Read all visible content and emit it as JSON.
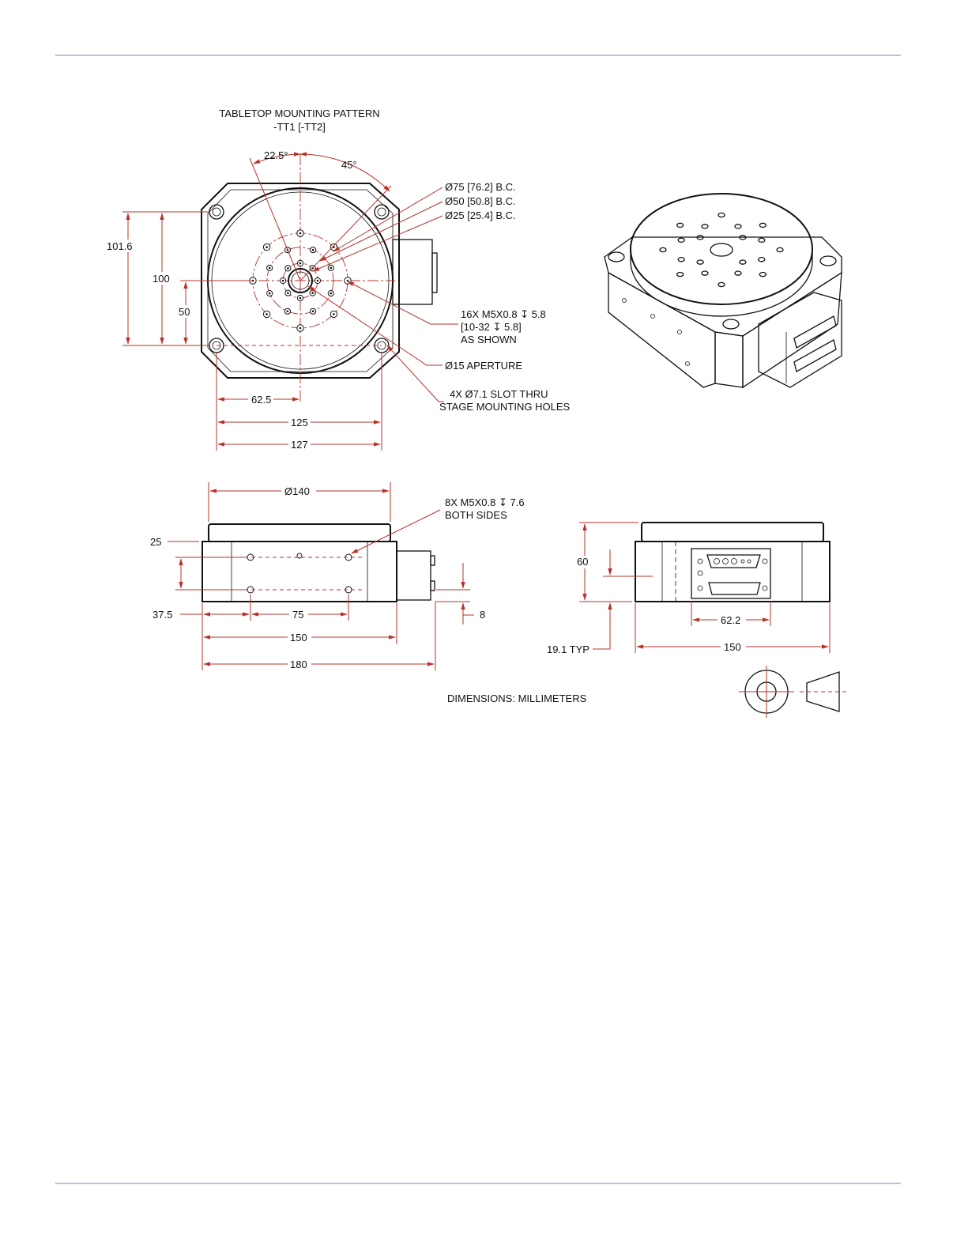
{
  "tabletop_pattern": {
    "title": "TABLETOP MOUNTING PATTERN",
    "subtitle": "-TT1 [-TT2]",
    "angle_a": "22.5°",
    "angle_b": "45°"
  },
  "callouts": {
    "bc75": "75 [76.2] B.C.",
    "bc50": "50 [50.8] B.C.",
    "bc25": "25 [25.4] B.C.",
    "tapped_line1": "16X M5X0.8",
    "tapped_depth1": "5.8",
    "tapped_line2a": "[10-32",
    "tapped_line2b": "5.8]",
    "tapped_line3": "AS SHOWN",
    "aperture": "15 APERTURE",
    "slot_line1a": "4X",
    "slot_line1b": "7.1 SLOT THRU",
    "slot_line2": "STAGE MOUNTING HOLES",
    "side_holes_line1": "8X M5X0.8",
    "side_holes_depth": "7.6",
    "side_holes_line2": "BOTH SIDES"
  },
  "symbols": {
    "diameter": "Ø",
    "depth": "↧"
  },
  "top_view_dims": {
    "d101_6": "101.6",
    "d100": "100",
    "d50": "50",
    "d62_5": "62.5",
    "d125": "125",
    "d127": "127"
  },
  "front_view_dims": {
    "d140": "140",
    "d25": "25",
    "d37_5": "37.5",
    "d75": "75",
    "d8": "8",
    "d150": "150",
    "d180": "180"
  },
  "side_view_dims": {
    "d60": "60",
    "d62_2": "62.2",
    "d19_1": "19.1 TYP",
    "d150": "150"
  },
  "footer": {
    "units_note": "DIMENSIONS:  MILLIMETERS"
  }
}
